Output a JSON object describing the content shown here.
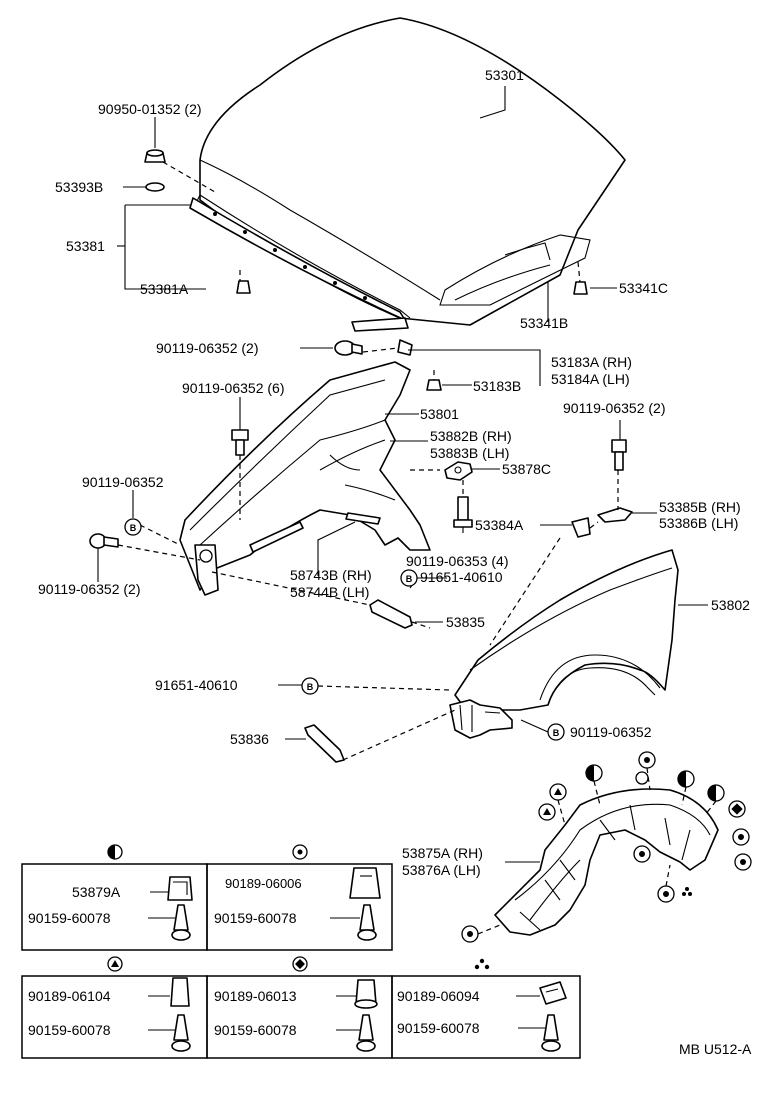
{
  "labels": {
    "hood": "53301",
    "hood_bolt_top": "90950-01352 (2)",
    "cushion": "53393B",
    "seal_strip": "53381",
    "seal_clip": "53381A",
    "hood_clip_right": "53341C",
    "hood_pad": "53341B",
    "bolt_2": "90119-06352 (2)",
    "brace_rh": "53183A (RH)",
    "brace_lh": "53184A (LH)",
    "brace_b": "53183B",
    "bolt_6": "90119-06352 (6)",
    "apron": "53801",
    "seal_rh": "53882B (RH)",
    "seal_lh": "53883B (LH)",
    "bolt_side_2": "90119-06352 (2)",
    "bracket_c": "53878C",
    "bolt_b_left": "90119-06352",
    "bracket_a": "53384A",
    "protector_rh": "53385B (RH)",
    "protector_lh": "53386B (LH)",
    "bolt_4": "90119-06353 (4)",
    "bolt_left_2": "90119-06352 (2)",
    "seal_b_rh": "58743B (RH)",
    "seal_b_lh": "58744B (LH)",
    "nut_b_1": "91651-40610",
    "fender": "53802",
    "stay_a": "53835",
    "nut_b_2": "91651-40610",
    "stay_b": "53836",
    "bolt_b_right": "90119-06352",
    "liner_rh": "53875A (RH)",
    "liner_lh": "53876A (LH)",
    "clip_half_top": "53879A",
    "screw_half": "90159-60078",
    "clip_c_top": "90189-06006",
    "screw_c": "90159-60078",
    "clip_tri_top": "90189-06104",
    "screw_tri": "90159-60078",
    "clip_sq_top": "90189-06013",
    "screw_sq": "90159-60078",
    "clip_dots_top": "90189-06094",
    "screw_dots": "90159-60078",
    "drawing_code": "MB U512-A",
    "symbol_b": "B"
  }
}
